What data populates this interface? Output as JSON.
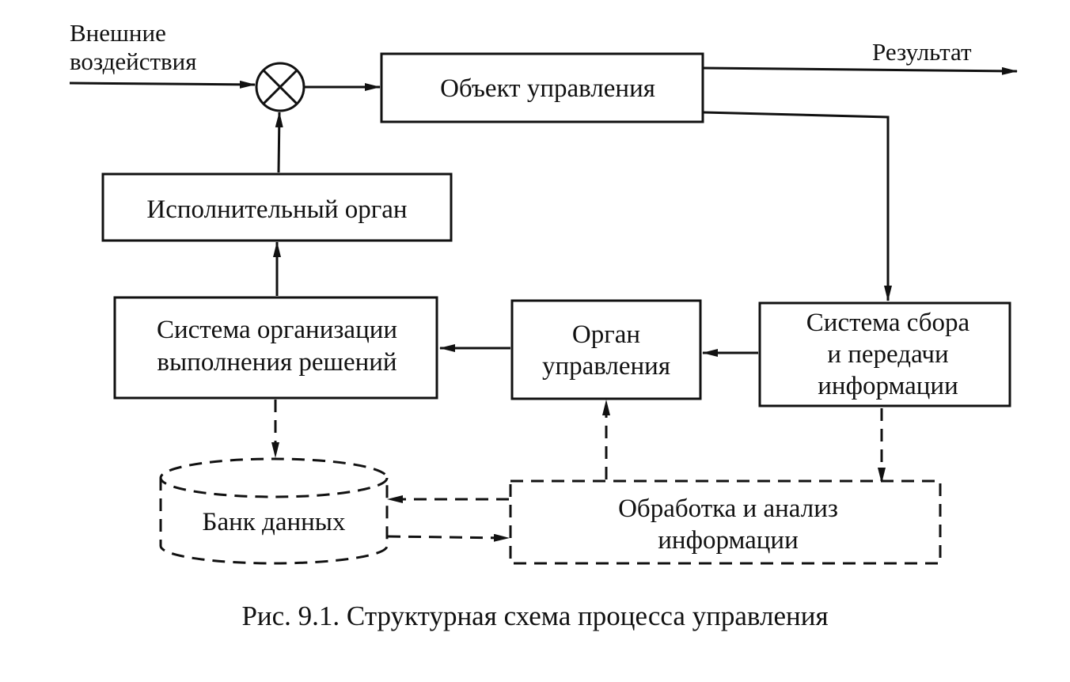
{
  "inputs": {
    "external_line1": "Внешние",
    "external_line2": "воздействия",
    "result": "Результат"
  },
  "blocks": {
    "control_object": "Объект управления",
    "executive_organ": "Исполнительный орган",
    "decision_system_line1": "Система организации",
    "decision_system_line2": "выполнения решений",
    "control_organ_line1": "Орган",
    "control_organ_line2": "управления",
    "collection_system_line1": "Система сбора",
    "collection_system_line2": "и передачи",
    "collection_system_line3": "информации",
    "data_bank": "Банк данных",
    "processing_line1": "Обработка и анализ",
    "processing_line2": "информации"
  },
  "caption": "Рис. 9.1. Структурная схема процесса управления"
}
